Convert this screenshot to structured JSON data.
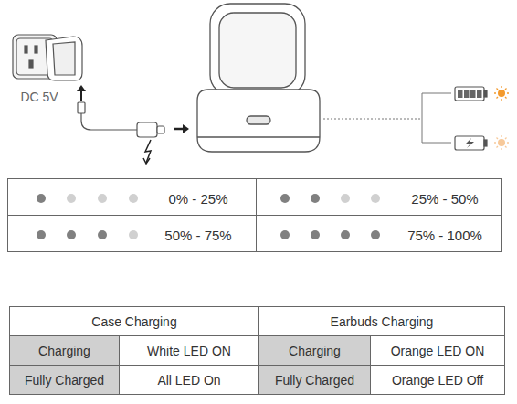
{
  "diagram": {
    "labels": [
      "DC 5V",
      "0% - 25%",
      "25% - 50%",
      "50% - 75%",
      "75% - 100%",
      "Case Charging",
      "Earbuds Charging",
      "Charging",
      "White LED ON",
      "Charging",
      "Orange LED ON",
      "Fully Charged",
      "All LED On",
      "Fully Charged",
      "Orange LED Off"
    ]
  }
}
